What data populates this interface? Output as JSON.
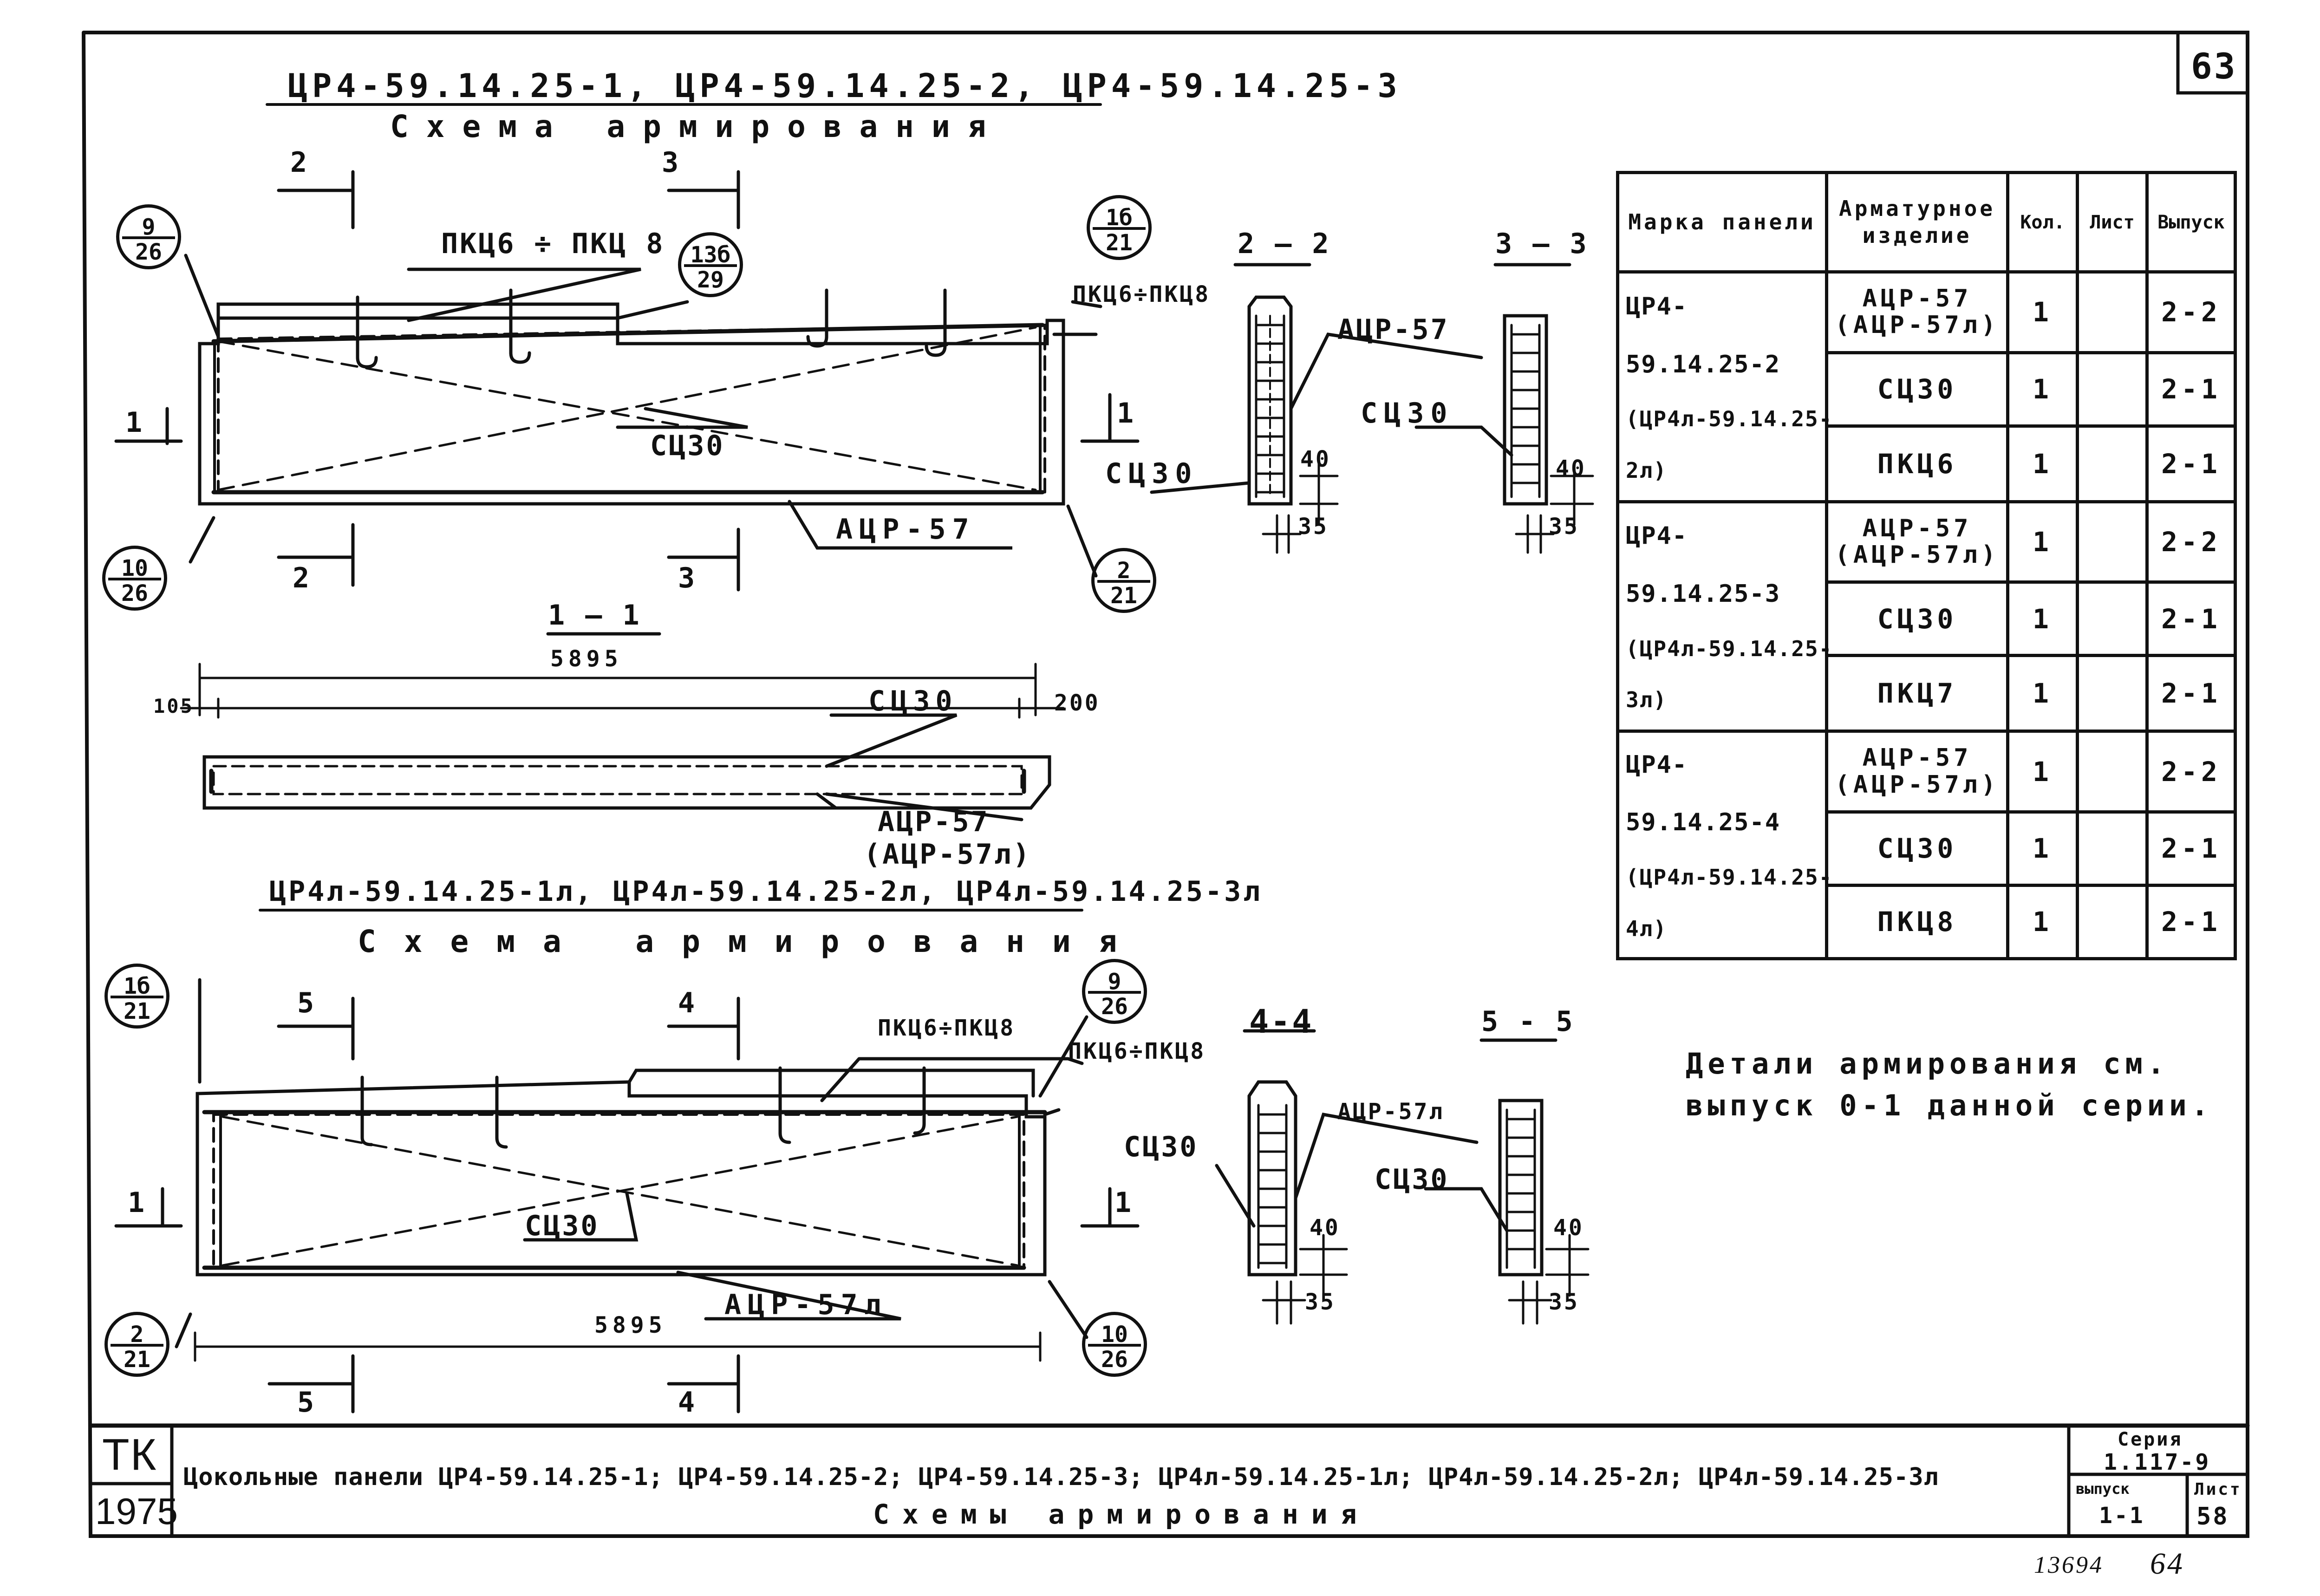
{
  "sheet_number": "63",
  "top_section": {
    "title": "ЦР4-59.14.25-1, ЦР4-59.14.25-2, ЦР4-59.14.25-3",
    "subtitle": "Схема армирования",
    "section_marks": [
      "2",
      "3",
      "2",
      "3",
      "1",
      "1"
    ],
    "callouts": [
      {
        "top": "9",
        "bottom": "26"
      },
      {
        "top": "13б",
        "bottom": "29"
      },
      {
        "top": "1б",
        "bottom": "21"
      },
      {
        "top": "10",
        "bottom": "26"
      },
      {
        "top": "2",
        "bottom": "21"
      }
    ],
    "labels": {
      "pkc_range": "ПКЦ6 ÷ ПКЦ 8",
      "pkc_range_side": "ПКЦ6÷ПКЦ8",
      "sc30": "СЦ30",
      "acr57": "АЦР-57"
    }
  },
  "section_1_1": {
    "title": "1 — 1",
    "length": "5895",
    "dim_left": "105",
    "dim_right": "200",
    "sc30": "СЦ30",
    "acr": "АЦР-57",
    "acr_alt": "(АЦР-57л)"
  },
  "sections_top": {
    "s22": {
      "title": "2 — 2",
      "acr": "АЦР-57",
      "sc": "СЦ30",
      "dim40": "40",
      "dim35": "35"
    },
    "s33": {
      "title": "3 — 3",
      "sc": "СЦ30",
      "dim40": "40",
      "dim35": "35"
    }
  },
  "bottom_section": {
    "title": "ЦР4л-59.14.25-1л, ЦР4л-59.14.25-2л, ЦР4л-59.14.25-3л",
    "subtitle": "Схема армирования",
    "section_marks": [
      "5",
      "4",
      "5",
      "4",
      "1",
      "1"
    ],
    "callouts": [
      {
        "top": "1б",
        "bottom": "21"
      },
      {
        "top": "9",
        "bottom": "26"
      },
      {
        "top": "2",
        "bottom": "21"
      },
      {
        "top": "10",
        "bottom": "26"
      }
    ],
    "labels": {
      "pkc_range": "ПКЦ6÷ПКЦ8",
      "pkc_range_side": "ПКЦ6÷ПКЦ8",
      "sc30": "СЦ30",
      "acr57l": "АЦР-57л",
      "length": "5895"
    }
  },
  "sections_bottom": {
    "s44": {
      "title": "4-4",
      "acr": "АЦР-57л",
      "sc": "СЦ30",
      "dim40": "40",
      "dim35": "35"
    },
    "s55": {
      "title": "5 - 5",
      "sc": "СЦ30",
      "dim40": "40",
      "dim35": "35"
    }
  },
  "table": {
    "headers": [
      "Марка панели",
      "Арматурное изделие",
      "Кол.",
      "Лист",
      "Выпуск"
    ],
    "groups": [
      {
        "mark": [
          "ЦР4-59.14.25-2",
          "(ЦР4л-59.14.25-2л)"
        ],
        "rows": [
          {
            "item": "АЦР-57\n(АЦР-57л)",
            "qty": "1",
            "sheet": "",
            "issue": "2-2"
          },
          {
            "item": "СЦ30",
            "qty": "1",
            "sheet": "",
            "issue": "2-1"
          },
          {
            "item": "ПКЦ6",
            "qty": "1",
            "sheet": "",
            "issue": "2-1"
          }
        ]
      },
      {
        "mark": [
          "ЦР4-59.14.25-3",
          "(ЦР4л-59.14.25-3л)"
        ],
        "rows": [
          {
            "item": "АЦР-57\n(АЦР-57л)",
            "qty": "1",
            "sheet": "",
            "issue": "2-2"
          },
          {
            "item": "СЦ30",
            "qty": "1",
            "sheet": "",
            "issue": "2-1"
          },
          {
            "item": "ПКЦ7",
            "qty": "1",
            "sheet": "",
            "issue": "2-1"
          }
        ]
      },
      {
        "mark": [
          "ЦР4-59.14.25-4",
          "(ЦР4л-59.14.25-4л)"
        ],
        "rows": [
          {
            "item": "АЦР-57\n(АЦР-57л)",
            "qty": "1",
            "sheet": "",
            "issue": "2-2"
          },
          {
            "item": "СЦ30",
            "qty": "1",
            "sheet": "",
            "issue": "2-1"
          },
          {
            "item": "ПКЦ8",
            "qty": "1",
            "sheet": "",
            "issue": "2-1"
          }
        ]
      }
    ]
  },
  "note": [
    "Детали армирования см.",
    "выпуск 0-1 данной серии."
  ],
  "title_block": {
    "org": "ТК",
    "year": "1975",
    "title_line1": "Цокольные панели ЦР4-59.14.25-1; ЦР4-59.14.25-2; ЦР4-59.14.25-3; ЦР4л-59.14.25-1л; ЦР4л-59.14.25-2л; ЦР4л-59.14.25-3л",
    "title_line2": "Схемы армирования",
    "series_label": "Серия",
    "series": "1.117-9",
    "issue_label": "выпуск",
    "issue": "1-1",
    "sheet_label": "Лист",
    "sheet": "58"
  },
  "footer": {
    "inventory": "13694",
    "page": "64"
  }
}
